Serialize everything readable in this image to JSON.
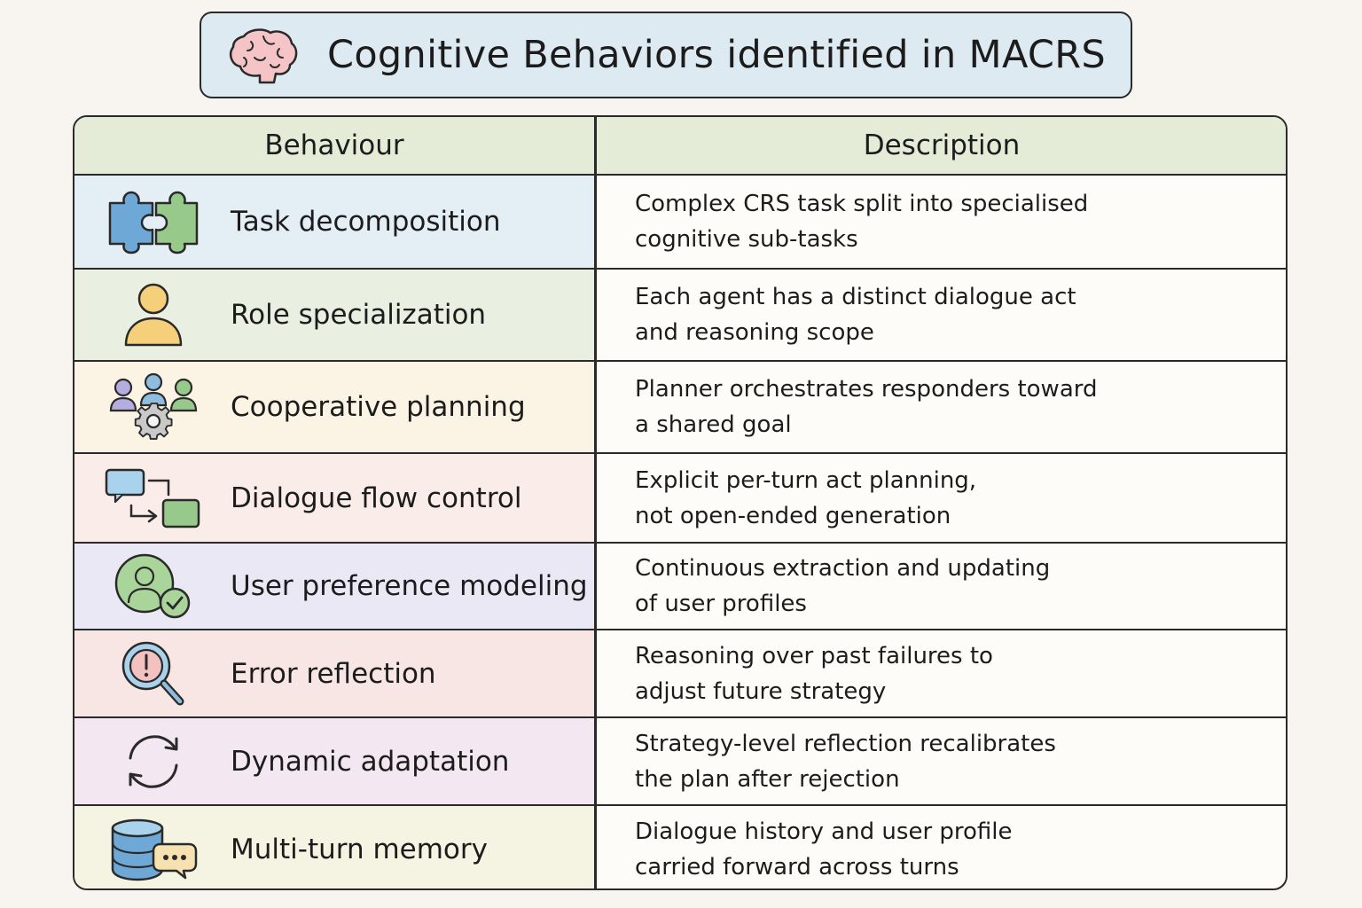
{
  "title": "Cognitive Behaviors identified in MACRS",
  "headers": {
    "behaviour": "Behaviour",
    "description": "Description"
  },
  "rows": [
    {
      "behaviour": "Task decomposition",
      "desc1": "Complex CRS task split into specialised",
      "desc2": "cognitive sub-tasks",
      "icon": "puzzle-icon",
      "color": "#e3eef5"
    },
    {
      "behaviour": "Role specialization",
      "desc1": "Each agent has a distinct dialogue act",
      "desc2": "and reasoning scope",
      "icon": "user-icon",
      "color": "#eaf0e1"
    },
    {
      "behaviour": "Cooperative planning",
      "desc1": "Planner orchestrates responders toward",
      "desc2": "a shared goal",
      "icon": "team-gear-icon",
      "color": "#fbf3e4"
    },
    {
      "behaviour": "Dialogue flow control",
      "desc1": "Explicit per-turn act planning,",
      "desc2": "not open-ended generation",
      "icon": "flow-icon",
      "color": "#f9ece9"
    },
    {
      "behaviour": "User preference modeling",
      "desc1": "Continuous extraction and updating",
      "desc2": "of user profiles",
      "icon": "user-check-icon",
      "color": "#e9e8f4"
    },
    {
      "behaviour": "Error reflection",
      "desc1": "Reasoning over past failures to",
      "desc2": "adjust future strategy",
      "icon": "magnifier-alert-icon",
      "color": "#f8e6e4"
    },
    {
      "behaviour": "Dynamic adaptation",
      "desc1": "Strategy-level reflection recalibrates",
      "desc2": "the plan after rejection",
      "icon": "refresh-icon",
      "color": "#f3e8f1"
    },
    {
      "behaviour": "Multi-turn memory",
      "desc1": "Dialogue history and user profile",
      "desc2": "carried forward across turns",
      "icon": "database-chat-icon",
      "color": "#f5f3e1"
    }
  ]
}
